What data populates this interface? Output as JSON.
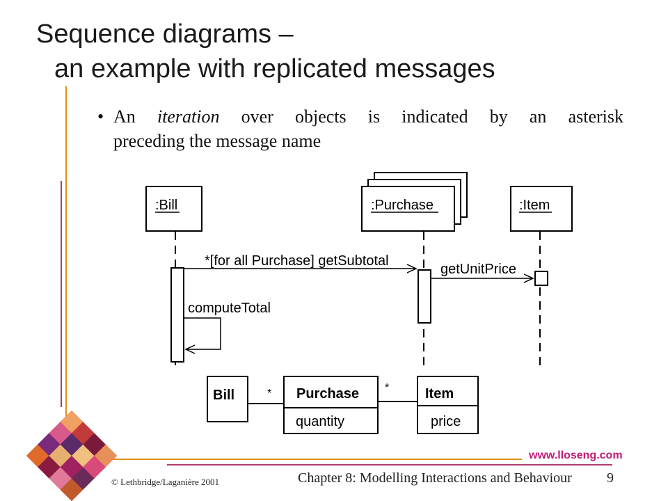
{
  "slide": {
    "title_line1": "Sequence diagrams –",
    "title_line2": "an example with replicated messages",
    "bullet": {
      "pre": "An ",
      "italic": "iteration",
      "mid": " over objects is indicated by an asterisk",
      "line2": "preceding the message name"
    },
    "footer_copyright": "© Lethbridge/Laganière 2001",
    "footer_chapter": "Chapter 8: Modelling Interactions and Behaviour",
    "page_number": "9",
    "website": "www.lloseng.com"
  },
  "sequence": {
    "objects": [
      {
        "label": ":Bill"
      },
      {
        "label": ":Purchase",
        "multi": true
      },
      {
        "label": ":Item"
      }
    ],
    "messages": [
      {
        "label": "*[for all Purchase] getSubtotal"
      },
      {
        "label": "getUnitPrice"
      },
      {
        "label": "computeTotal"
      }
    ]
  },
  "class_diagram": {
    "classes": [
      {
        "name": "Bill"
      },
      {
        "name": "Purchase",
        "attribute": "quantity"
      },
      {
        "name": "Item",
        "attribute": "price"
      }
    ],
    "multiplicities": [
      "*",
      "*"
    ]
  },
  "colors": {
    "frame_orange": "#e0901c",
    "frame_magenta": "#c21a7a",
    "website": "#c21a7a"
  }
}
